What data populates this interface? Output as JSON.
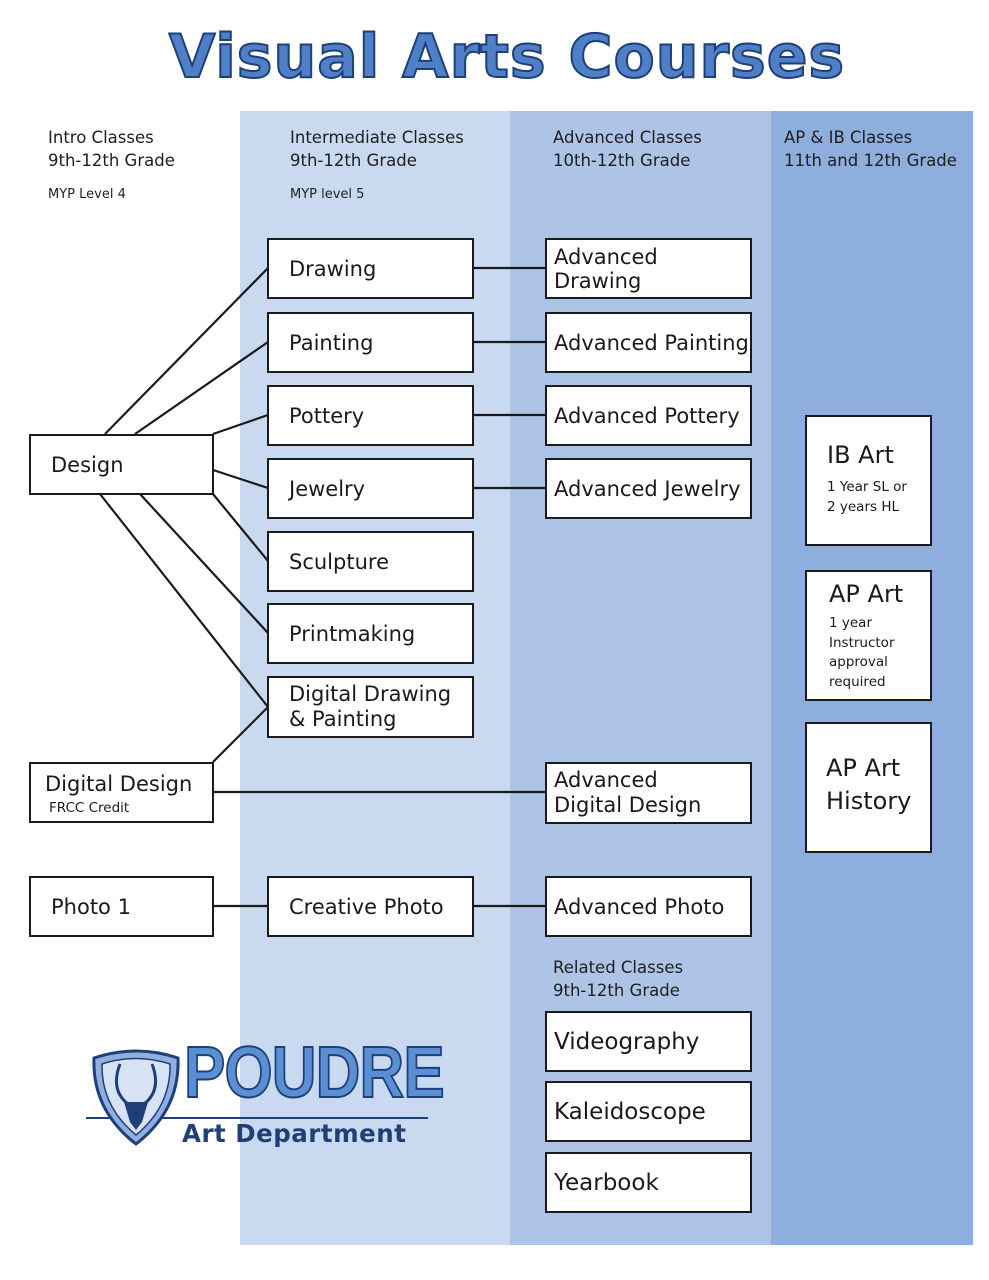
{
  "title": "Visual Arts Courses",
  "columns": [
    {
      "heading": "Intro Classes\n9th-12th Grade",
      "sub": "MYP Level 4"
    },
    {
      "heading": "Intermediate Classes\n9th-12th Grade",
      "sub": "MYP level 5"
    },
    {
      "heading": "Advanced Classes\n10th-12th Grade",
      "sub": ""
    },
    {
      "heading": "AP & IB Classes\n11th and 12th Grade",
      "sub": ""
    }
  ],
  "intro": {
    "design": "Design",
    "digital_design": "Digital Design",
    "digital_design_note": "FRCC Credit",
    "photo1": "Photo 1"
  },
  "intermediate": {
    "drawing": "Drawing",
    "painting": "Painting",
    "pottery": "Pottery",
    "jewelry": "Jewelry",
    "sculpture": "Sculpture",
    "printmaking": "Printmaking",
    "digital_drawing": "Digital Drawing\n& Painting",
    "creative_photo": "Creative Photo"
  },
  "advanced": {
    "drawing": "Advanced Drawing",
    "painting": "Advanced Painting",
    "pottery": "Advanced Pottery",
    "jewelry": "Advanced Jewelry",
    "digital_design": "Advanced\nDigital Design",
    "photo": "Advanced Photo"
  },
  "related": {
    "heading": "Related Classes\n9th-12th Grade",
    "items": [
      "Videography",
      "Kaleidoscope",
      "Yearbook"
    ]
  },
  "ap": {
    "ib_art": {
      "title": "IB Art",
      "note": "1 Year SL or\n2 years HL"
    },
    "ap_art": {
      "title": "AP Art",
      "note": "1 year\nInstructor\napproval\nrequired"
    },
    "ap_history": {
      "title": "AP Art\nHistory"
    }
  },
  "logo": {
    "name": "POUDRE",
    "department": "Art Department"
  },
  "colors": {
    "band_intermediate": "#c9d9ef",
    "band_advanced": "#aec4e6",
    "band_ap": "#8eaedd",
    "title": "#4f7fc6",
    "logo_navy": "#1f3f78"
  }
}
